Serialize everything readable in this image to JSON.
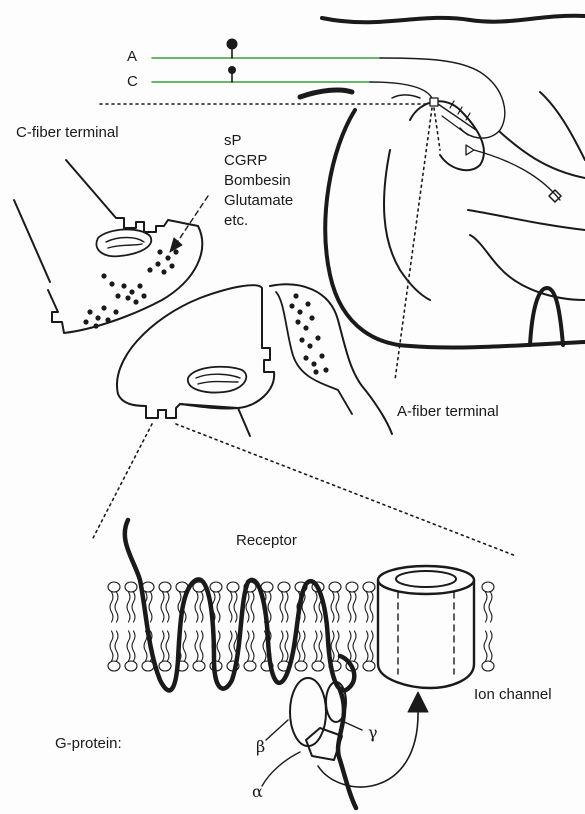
{
  "labels": {
    "fiber_a": "A",
    "fiber_c": "C",
    "c_fiber_terminal": "C-fiber terminal",
    "a_fiber_terminal": "A-fiber terminal",
    "receptor": "Receptor",
    "ion_channel": "Ion channel",
    "g_protein": "G-protein:",
    "beta": "β",
    "gamma": "γ",
    "alpha": "α"
  },
  "neurotransmitters": [
    "sP",
    "CGRP",
    "Bombesin",
    "Glutamate",
    "etc."
  ],
  "colors": {
    "line": "#1a1a1a",
    "fiber_a_line": "#3aa03a",
    "fiber_c_line": "#3aa03a",
    "background": "#fdfdfd"
  }
}
